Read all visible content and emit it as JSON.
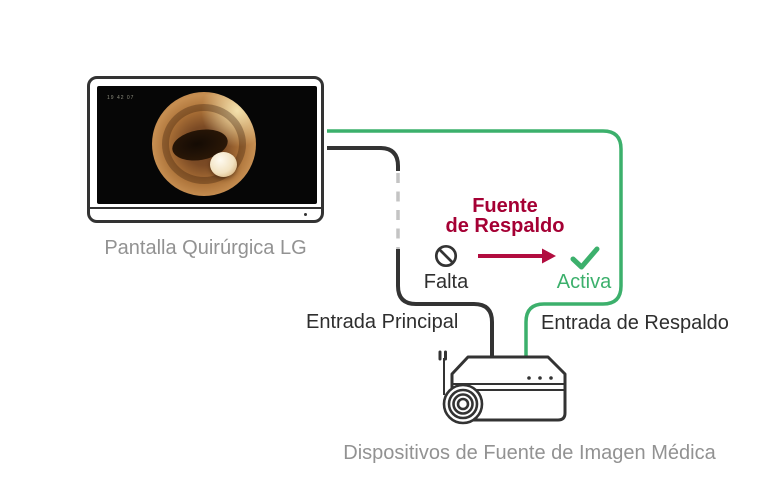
{
  "diagram": {
    "monitor": {
      "label": "Pantalla Quirúrgica LG",
      "osd_text": "19 42 07"
    },
    "backup": {
      "title_line1": "Fuente",
      "title_line2": "de Respaldo",
      "missing_label": "Falta",
      "active_label": "Activa"
    },
    "inputs": {
      "primary_label": "Entrada Principal",
      "backup_label": "Entrada de Respaldo"
    },
    "source_devices_label": "Dispositivos de Fuente de Imagen Médica",
    "colors": {
      "accent_red": "#a50034",
      "arrow_red": "#b20d3f",
      "accent_green": "#3cb06c",
      "line_dark": "#333333",
      "line_dashed_gray": "#c4c4c4",
      "label_gray": "#929292",
      "text_dark": "#2e2e2e"
    }
  }
}
